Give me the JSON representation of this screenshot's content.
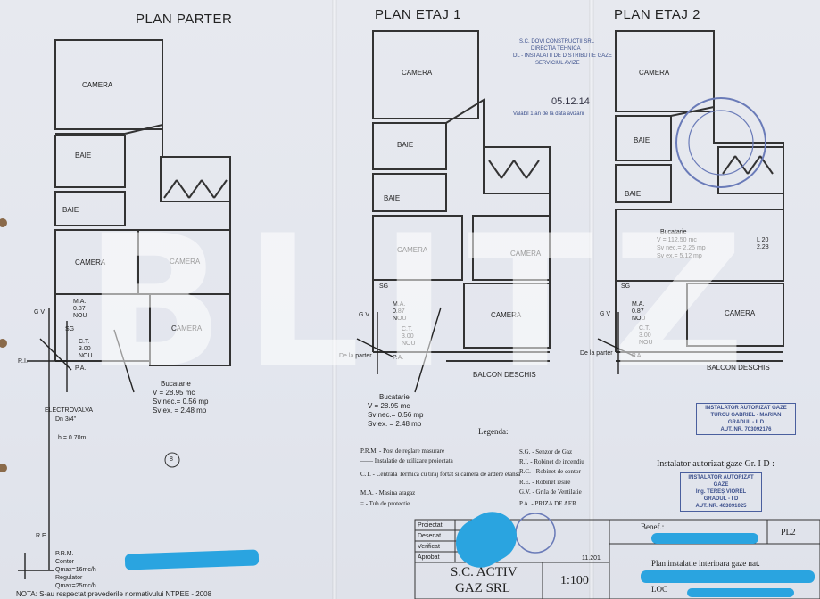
{
  "titles": {
    "parter": "PLAN PARTER",
    "etaj1": "PLAN ETAJ 1",
    "etaj2": "PLAN ETAJ 2"
  },
  "rooms": {
    "camera": "CAMERA",
    "baie": "BAIE",
    "bucatarie": "Bucatarie",
    "balcon": "BALCON DESCHIS"
  },
  "parter_kitchen": {
    "v": "V = 28.95 mc",
    "sv_nec": "Sv nec.= 0.56 mp",
    "sv_ex": "Sv ex. = 2.48 mp"
  },
  "etaj1_kitchen": {
    "v": "V = 28.95 mc",
    "sv_nec": "Sv nec.= 0.56 mp",
    "sv_ex": "Sv ex. = 2.48 mp"
  },
  "etaj2_kitchen": {
    "v": "V = 112.50 mc",
    "sv_nec": "Sv nec.= 2.25 mp",
    "sv_ex": "Sv ex.= 5.12 mp"
  },
  "appliances": {
    "gv": "G V",
    "ma": "M.A.",
    "ma_val": "0.87",
    "nou": "NOU",
    "ct": "C.T.",
    "ct_val": "3.00",
    "sg": "SG",
    "pa": "P.A.",
    "ri": "R.I.",
    "de_la_parter": "De la parter"
  },
  "parter_misc": {
    "electrovalva": "ELECTROVALVA",
    "dn": "Dn 3/4\"",
    "h": "h = 0.70m",
    "num": "8"
  },
  "prm": {
    "prm": "P.R.M.",
    "contor": "Contor",
    "qmax1": "Qmax=16mc/h",
    "regulator": "Regulator",
    "qmax2": "Qmax=25mc/h",
    "re": "R.E."
  },
  "nota": "NOTA: S-au respectat prevederile normativului NTPEE - 2008",
  "legend": {
    "title": "Legenda:",
    "left": [
      "P.R.M. - Post de reglare masurare",
      "—— Instalatie de utilizare proiectata",
      "C.T. - Centrala Termica cu tiraj fortat si camera de ardere etansa",
      "M.A. - Masina aragaz",
      "= - Tub de protectie"
    ],
    "right": [
      "S.G. - Senzor de Gaz",
      "R.I. - Robinet de incendiu",
      "R.C. - Robinet de contor",
      "R.E. - Robinet iesire",
      "G.V. - Grila de Ventilatie",
      "P.A. - PRIZA DE AER"
    ]
  },
  "titleblock": {
    "proiectat": "Proiectat",
    "desenat": "Desenat",
    "verificat": "Verificat",
    "aprobat": "Aprobat",
    "date": "11.201",
    "firm1": "S.C. ACTIV",
    "firm2": "GAZ SRL",
    "scale": "1:100",
    "benef": "Benef.:",
    "pl": "PL2",
    "plan": "Plan instalatie interioara gaze nat.",
    "loc": "LOC"
  },
  "installer": {
    "label": "Instalator autorizat gaze Gr. I D :"
  },
  "stamp1": [
    "INSTALATOR AUTORIZAT GAZE",
    "TURCU GABRIEL - MARIAN",
    "GRADUL - II D",
    "AUT. NR. 703092176"
  ],
  "stamp2": [
    "INSTALATOR AUTORIZAT GAZE",
    "Ing. TEREȘ VIOREL",
    "GRADUL - I D",
    "AUT. NR. 403091025"
  ],
  "approval": {
    "l1": "S.C. DOVI CONSTRUCTII SRL",
    "l2": "DIRECTIA TEHNICA",
    "l3": "DL - INSTALATII DE DISTRIBUTIE GAZE",
    "l4": "SERVICIUL AVIZE",
    "date": "05.12.14",
    "valabil": "Valabil 1 an de la data avizarii"
  },
  "etaj2_marks": {
    "l20": "L 20",
    "l28": "2.28"
  },
  "watermark": "BLITZ"
}
